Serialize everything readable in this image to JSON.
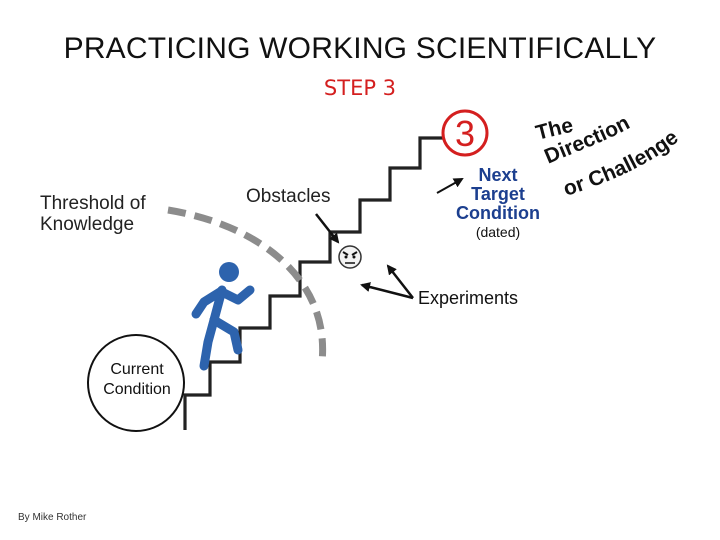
{
  "title": "PRACTICING WORKING SCIENTIFICALLY",
  "step": "STEP 3",
  "labels": {
    "threshold_line1": "Threshold of",
    "threshold_line2": "Knowledge",
    "obstacles": "Obstacles",
    "experiments": "Experiments",
    "current_line1": "Current",
    "current_line2": "Condition",
    "next_line1": "Next",
    "next_line2": "Target",
    "next_line3": "Condition",
    "dated": "(dated)",
    "step_badge": "3",
    "direction_line1": "The",
    "direction_line2": "Direction",
    "challenge_line": "or Challenge"
  },
  "byline": "By Mike Rother",
  "colors": {
    "step_red": "#d41f1f",
    "figure_blue": "#2d63ad",
    "next_target_blue": "#1c3f8f",
    "dashed_gray": "#8c8c8c"
  }
}
